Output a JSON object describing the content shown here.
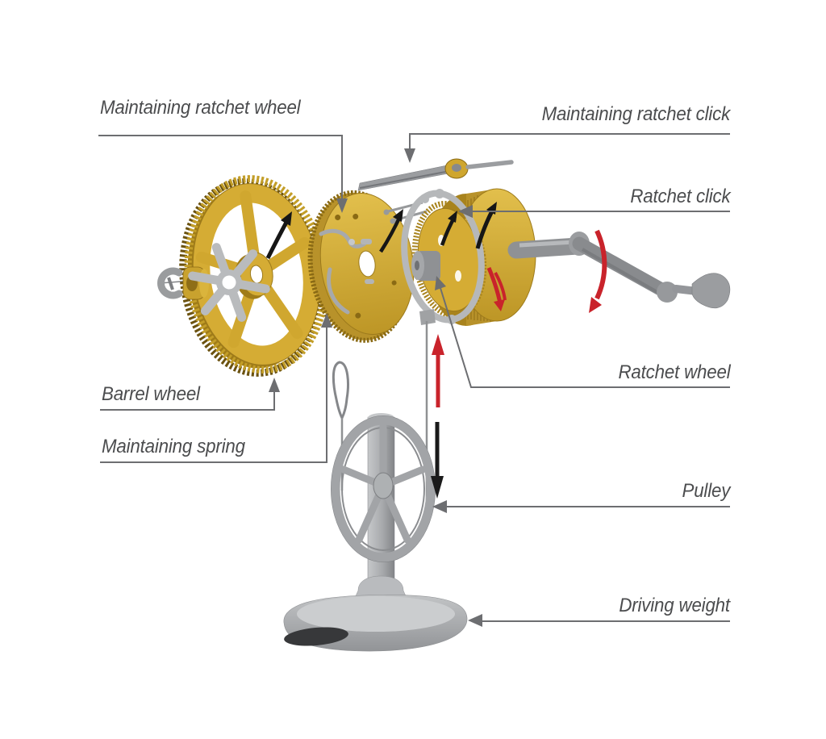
{
  "diagram": {
    "subject": "clock barrel maintaining-power mechanism",
    "labels": {
      "maintaining_ratchet_wheel": "Maintaining ratchet wheel",
      "maintaining_ratchet_click": "Maintaining ratchet click",
      "ratchet_click": "Ratchet click",
      "ratchet_wheel": "Ratchet wheel",
      "barrel_wheel": "Barrel wheel",
      "maintaining_spring": "Maintaining spring",
      "pulley": "Pulley",
      "driving_weight": "Driving weight"
    },
    "colors": {
      "background": "#ffffff",
      "text": "#4b4c4e",
      "leader_line": "#6d6e71",
      "brass_gold": "#d5ac34",
      "brass_dark": "#a8831d",
      "steel_gray": "#a2a4a7",
      "steel_dark": "#707275",
      "arrow_red": "#c9232b",
      "arrow_black": "#1a1a1a"
    },
    "icons": {
      "leader_arrowheads": "triangle-arrow-icon",
      "rotation_arrows": "curved-rotation-arrow-icon",
      "cord_travel_up": "red-up-arrow-icon",
      "cord_travel_down": "black-down-arrow-icon"
    }
  }
}
